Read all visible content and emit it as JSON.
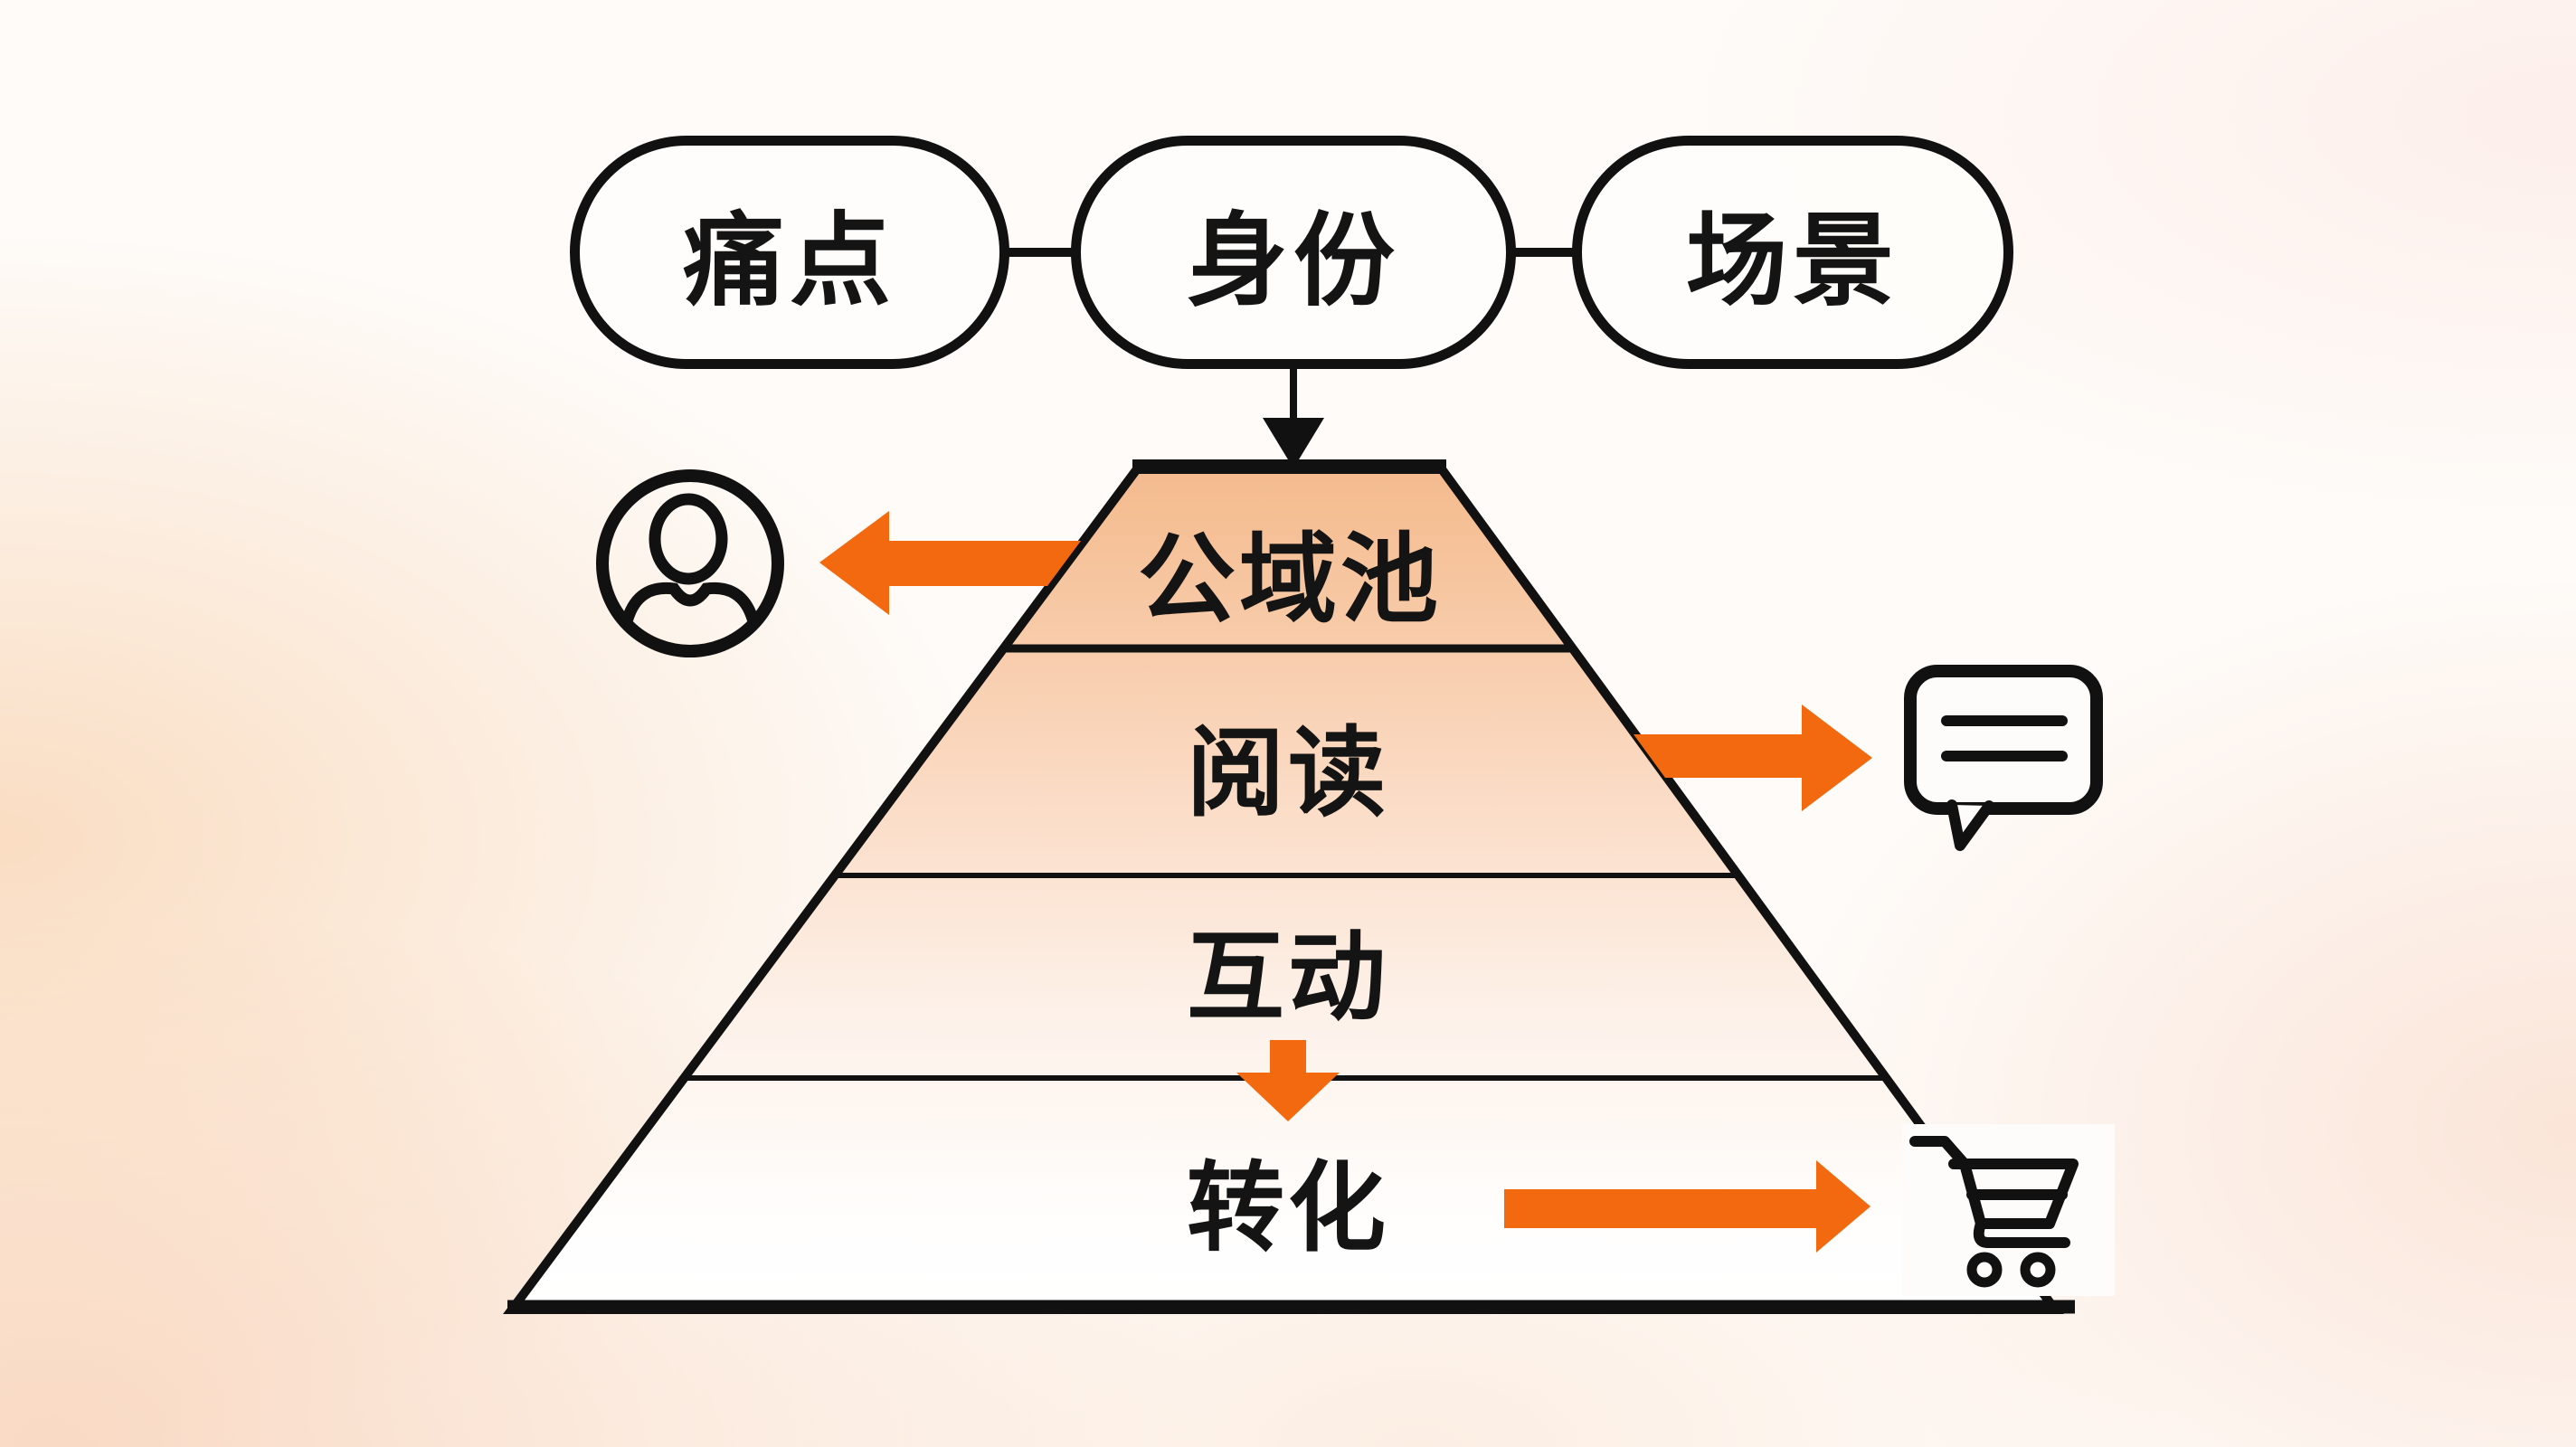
{
  "top_nodes": [
    {
      "label": "痛点"
    },
    {
      "label": "身份"
    },
    {
      "label": "场景"
    }
  ],
  "funnel_layers": [
    {
      "label": "公域池"
    },
    {
      "label": "阅读"
    },
    {
      "label": "互动"
    },
    {
      "label": "转化"
    }
  ],
  "icons": {
    "left_of_layer_1": "user-avatar-icon",
    "right_of_layer_2": "chat-bubble-icon",
    "right_of_layer_4": "shopping-cart-icon"
  },
  "colors": {
    "accent_orange": "#F2690F",
    "outline_black": "#111111",
    "funnel_gradient_top": "#F5BC92",
    "funnel_gradient_bottom": "#FFFFFF",
    "background_tint": "#F8DCC4"
  }
}
